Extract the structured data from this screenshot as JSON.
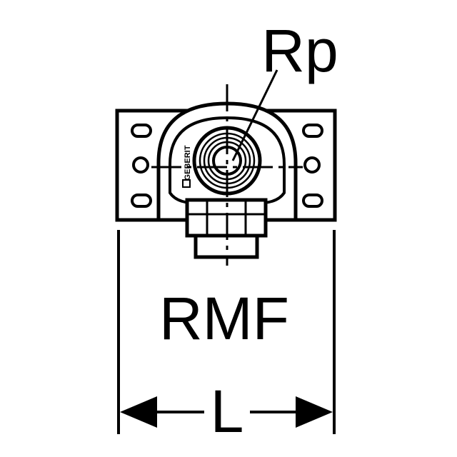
{
  "labels": {
    "thread": "Rp",
    "product": "RMF",
    "length": "L",
    "brand": "GEBERIT"
  },
  "colors": {
    "stroke": "#000000",
    "background": "#ffffff"
  }
}
